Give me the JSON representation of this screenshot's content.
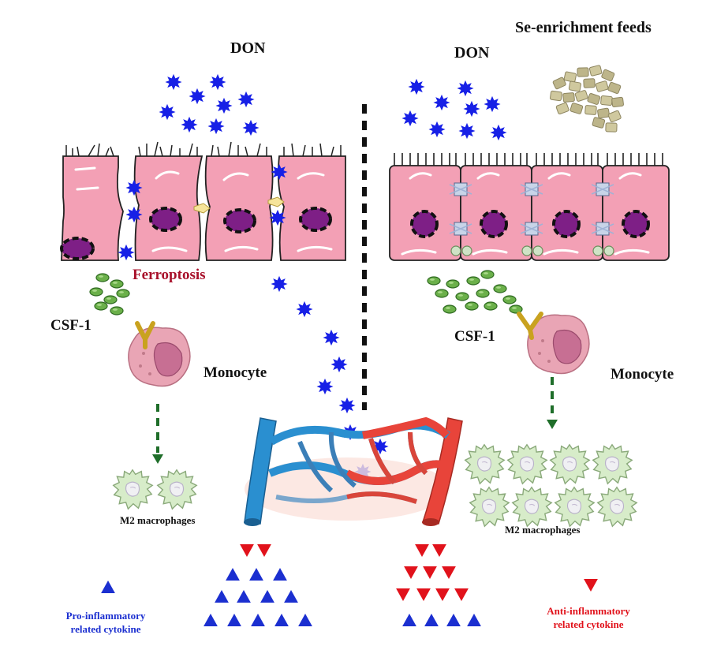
{
  "labels": {
    "don_left": "DON",
    "don_right": "DON",
    "se_feeds": "Se-enrichment feeds",
    "ferroptosis": "Ferroptosis",
    "csf1_left": "CSF-1",
    "csf1_right": "CSF-1",
    "monocyte_left": "Monocyte",
    "monocyte_right": "Monocyte",
    "m2_left": "M2 macrophages",
    "m2_right": "M2 macrophages",
    "pro_inflammatory_line1": "Pro-inflammatory",
    "pro_inflammatory_line2": "related cytokine",
    "anti_inflammatory_line1": "Anti-inflammatory",
    "anti_inflammatory_line2": "related cytokine"
  },
  "colors": {
    "cell_pink": "#f3a0b5",
    "cell_outline": "#222222",
    "nucleus_purple": "#7e1f86",
    "don_blue": "#1720e6",
    "csf_green": "#69a84a",
    "arrow_green": "#1f6e2a",
    "pro_blue": "#1b2fd0",
    "anti_red": "#e1121b",
    "ferroptosis_red": "#a8102a",
    "vein_blue": "#2a8fd0",
    "artery_red": "#e8443a"
  },
  "icons": {
    "don": "star-burst-icon",
    "csf1": "green-oval-icon",
    "pro_cytokine": "blue-triangle-icon",
    "anti_cytokine": "red-inverted-triangle-icon"
  }
}
